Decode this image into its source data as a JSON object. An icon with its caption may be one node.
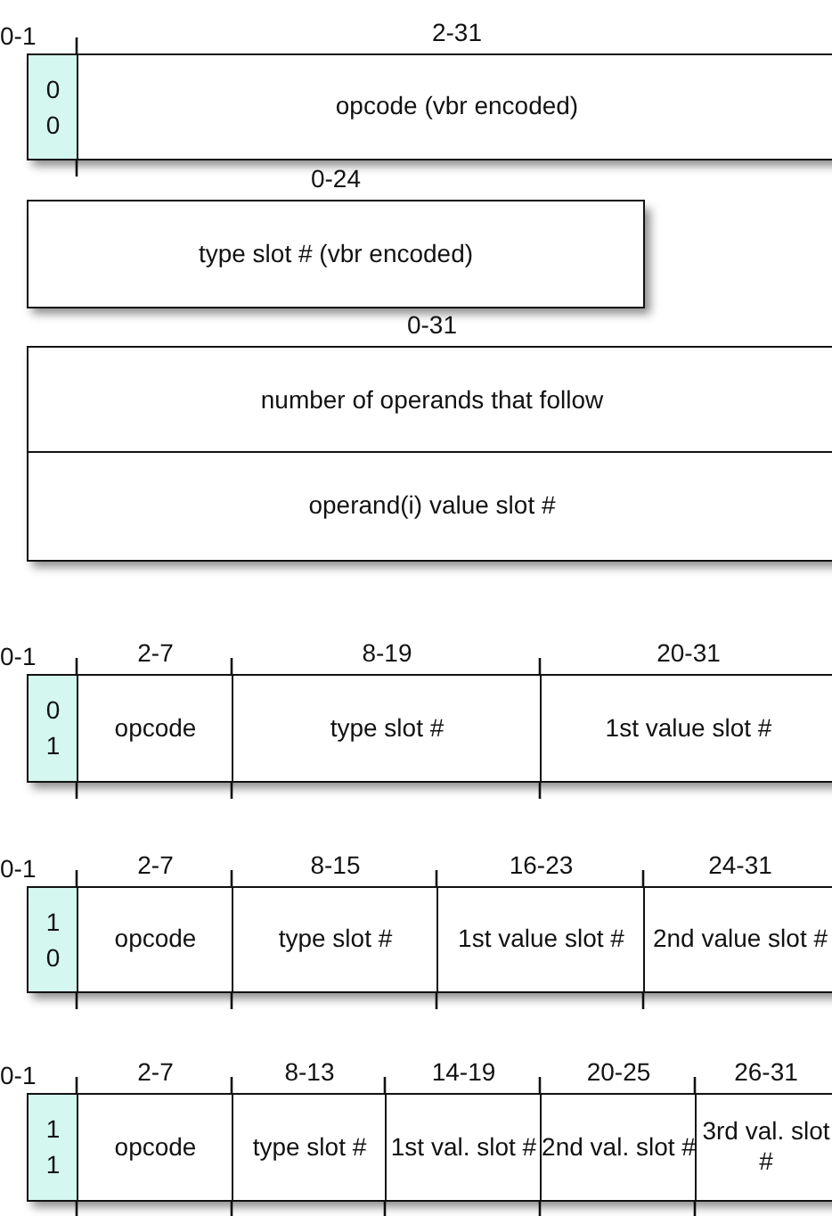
{
  "diagram": {
    "nodes": [
      {
        "text": [
          "0 0"
        ],
        "beside": [
          "0-1"
        ]
      },
      {
        "text": [
          "opcode (vbr encoded)"
        ],
        "beside": [
          "2-31"
        ]
      },
      {
        "text": [
          "type slot # (vbr encoded)"
        ],
        "beside": [
          "0-24"
        ]
      },
      {
        "text": [
          "number of operands that follow"
        ],
        "beside": [
          "0-31"
        ]
      },
      {
        "text": [
          "operand(i) value slot #"
        ]
      },
      {
        "text": [
          "0 1"
        ],
        "beside": [
          "0-1"
        ]
      },
      {
        "text": [
          "opcode"
        ],
        "beside": [
          "2-7"
        ]
      },
      {
        "text": [
          "type slot #"
        ],
        "beside": [
          "8-19"
        ]
      },
      {
        "text": [
          "1st value slot #"
        ],
        "beside": [
          "20-31"
        ]
      },
      {
        "text": [
          "1 0"
        ],
        "beside": [
          "0-1"
        ]
      },
      {
        "text": [
          "opcode"
        ],
        "beside": [
          "2-7"
        ]
      },
      {
        "text": [
          "type slot #"
        ],
        "beside": [
          "8-15"
        ]
      },
      {
        "text": [
          "1st value slot #"
        ],
        "beside": [
          "16-23"
        ]
      },
      {
        "text": [
          "2nd value slot #"
        ],
        "beside": [
          "24-31"
        ]
      },
      {
        "text": [
          "1 1"
        ],
        "beside": [
          "0-1"
        ]
      },
      {
        "text": [
          "opcode"
        ],
        "beside": [
          "2-7"
        ]
      },
      {
        "text": [
          "type slot #"
        ],
        "beside": [
          "8-13"
        ]
      },
      {
        "text": [
          "1st val. slot #"
        ],
        "beside": [
          "14-19"
        ]
      },
      {
        "text": [
          "2nd val. slot #"
        ],
        "beside": [
          "20-25"
        ]
      },
      {
        "text": [
          "3rd val. slot #"
        ],
        "beside": [
          "26-31"
        ]
      }
    ]
  }
}
